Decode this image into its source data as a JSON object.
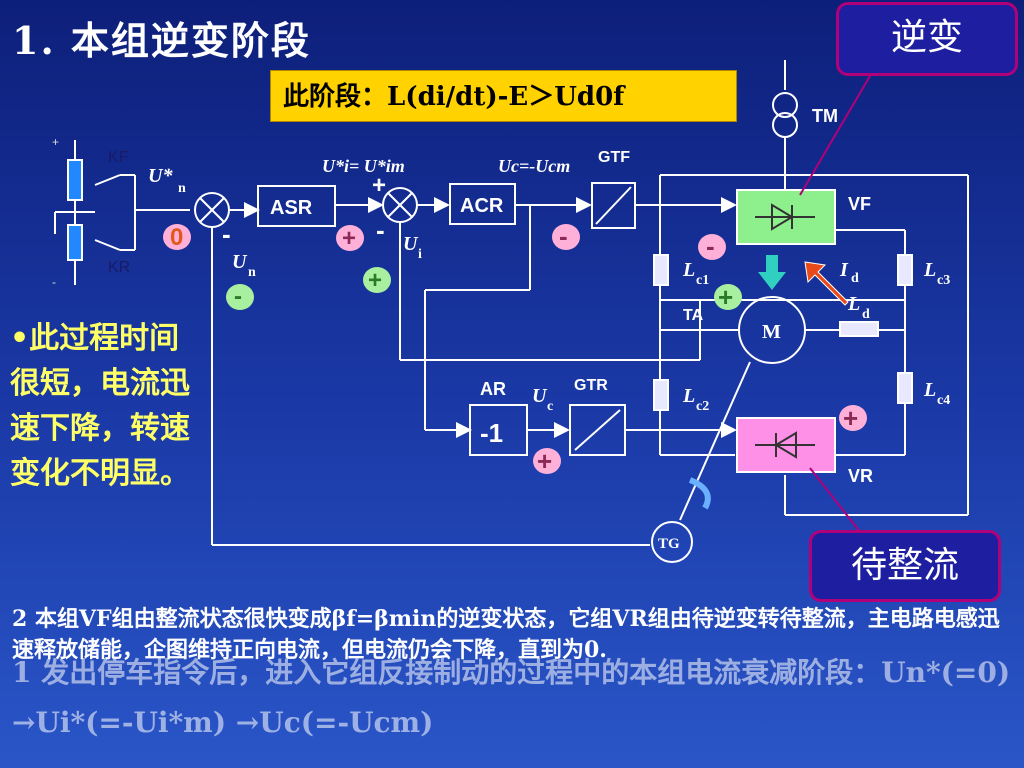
{
  "title": "1.  本组逆变阶段",
  "condition": "此阶段：L(di/dt)-E＞Ud0f",
  "callouts": {
    "inverting": "逆变",
    "waiting": "待整流"
  },
  "side_note": "•此过程时间很短，电流迅速下降，转速变化不明显。",
  "bottom_text": "2 本组VF组由整流状态很快变成βf=βmin的逆变状态，它组VR组由待逆变转待整流，主电路电感迅速释放储能，企图维持正向电流，但电流仍会下降，直到为0.",
  "overlay_text": "1 发出停车指令后，进入它组反接制动的过程中的本组电流衰减阶段：Un*(=0) →Ui*(=-Ui*m) →Uc(=-Ucm)",
  "labels": {
    "kf": "KF",
    "kr": "KR",
    "plus": "+",
    "minus": "-",
    "un_star": "U*",
    "un_star_sub": "n",
    "ui_eq": "U*i= U*im",
    "uc_eq": "Uc=-Ucm",
    "un": "U",
    "un_sub": "n",
    "ui": "U",
    "ui_sub": "i",
    "gtf": "GTF",
    "gtr": "GTR",
    "asr": "ASR",
    "acr": "ACR",
    "ar": "AR",
    "ar_gain": "-1",
    "uc_bar": "U",
    "uc_bar_sub": "c",
    "tm": "TM",
    "vf": "VF",
    "vr": "VR",
    "ta": "TA",
    "motor": "M",
    "tg": "TG",
    "lc1": "L",
    "lc1_sub": "c1",
    "lc2": "L",
    "lc2_sub": "c2",
    "lc3": "L",
    "lc3_sub": "c3",
    "lc4": "L",
    "lc4_sub": "c4",
    "ld": "L",
    "ld_sub": "d",
    "id": "I",
    "id_sub": "d",
    "zero": "0"
  },
  "colors": {
    "background": "#1b3aa8",
    "wire": "#ffffff",
    "signal_plus": "#ffb0d8",
    "signal_minus": "#a8f0a0",
    "highlight": "#ffd200",
    "converter_vf": "#8df08d",
    "converter_vr": "#ff90e8",
    "arrow_red": "#e84a1a",
    "arrow_cyan": "#30d0c0"
  }
}
